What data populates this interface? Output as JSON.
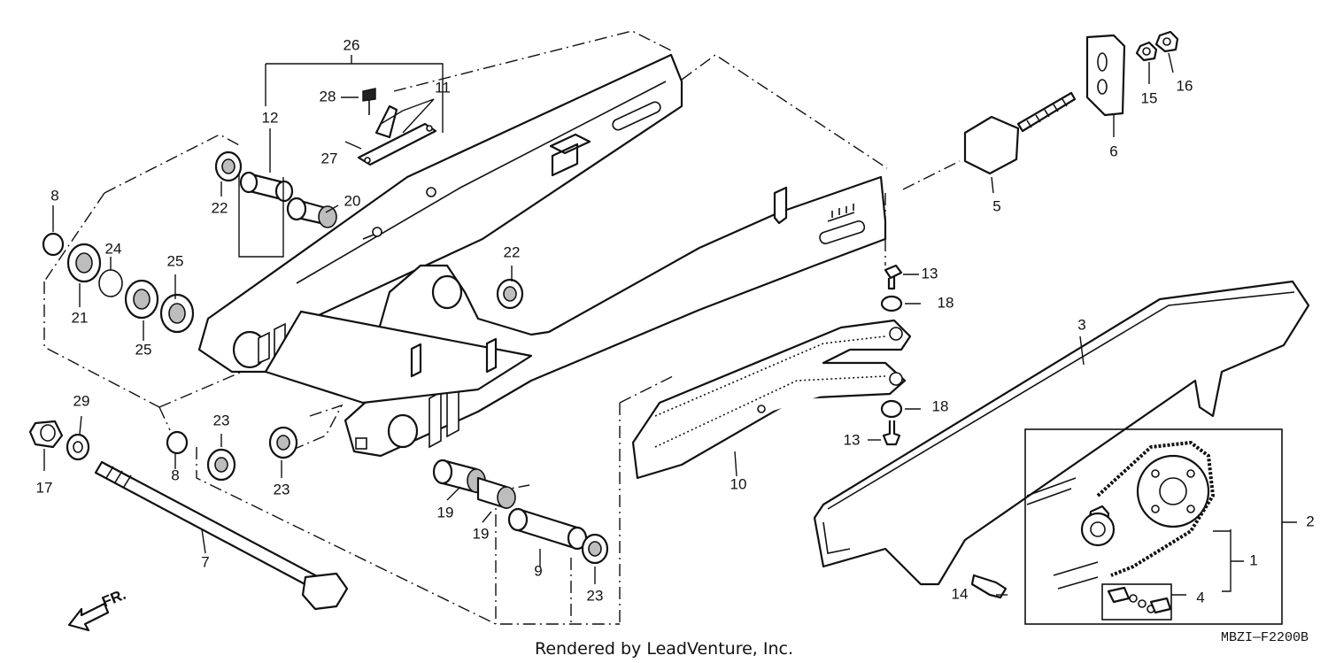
{
  "diagram": {
    "callouts": [
      {
        "id": "1",
        "label": "1"
      },
      {
        "id": "2",
        "label": "2"
      },
      {
        "id": "3",
        "label": "3"
      },
      {
        "id": "4",
        "label": "4"
      },
      {
        "id": "5",
        "label": "5"
      },
      {
        "id": "6",
        "label": "6"
      },
      {
        "id": "7",
        "label": "7"
      },
      {
        "id": "8a",
        "label": "8"
      },
      {
        "id": "8b",
        "label": "8"
      },
      {
        "id": "9",
        "label": "9"
      },
      {
        "id": "10",
        "label": "10"
      },
      {
        "id": "11",
        "label": "11"
      },
      {
        "id": "12",
        "label": "12"
      },
      {
        "id": "13a",
        "label": "13"
      },
      {
        "id": "13b",
        "label": "13"
      },
      {
        "id": "14",
        "label": "14"
      },
      {
        "id": "15",
        "label": "15"
      },
      {
        "id": "16",
        "label": "16"
      },
      {
        "id": "17",
        "label": "17"
      },
      {
        "id": "18a",
        "label": "18"
      },
      {
        "id": "18b",
        "label": "18"
      },
      {
        "id": "19a",
        "label": "19"
      },
      {
        "id": "19b",
        "label": "19"
      },
      {
        "id": "20",
        "label": "20"
      },
      {
        "id": "21",
        "label": "21"
      },
      {
        "id": "22a",
        "label": "22"
      },
      {
        "id": "22b",
        "label": "22"
      },
      {
        "id": "23a",
        "label": "23"
      },
      {
        "id": "23b",
        "label": "23"
      },
      {
        "id": "23c",
        "label": "23"
      },
      {
        "id": "24",
        "label": "24"
      },
      {
        "id": "25a",
        "label": "25"
      },
      {
        "id": "25b",
        "label": "25"
      },
      {
        "id": "26",
        "label": "26"
      },
      {
        "id": "27",
        "label": "27"
      },
      {
        "id": "28",
        "label": "28"
      },
      {
        "id": "29",
        "label": "29"
      }
    ],
    "front_arrow_label": "FR.",
    "credit": "Rendered by LeadVenture, Inc.",
    "diagram_code": "MBZI—F2200B"
  }
}
